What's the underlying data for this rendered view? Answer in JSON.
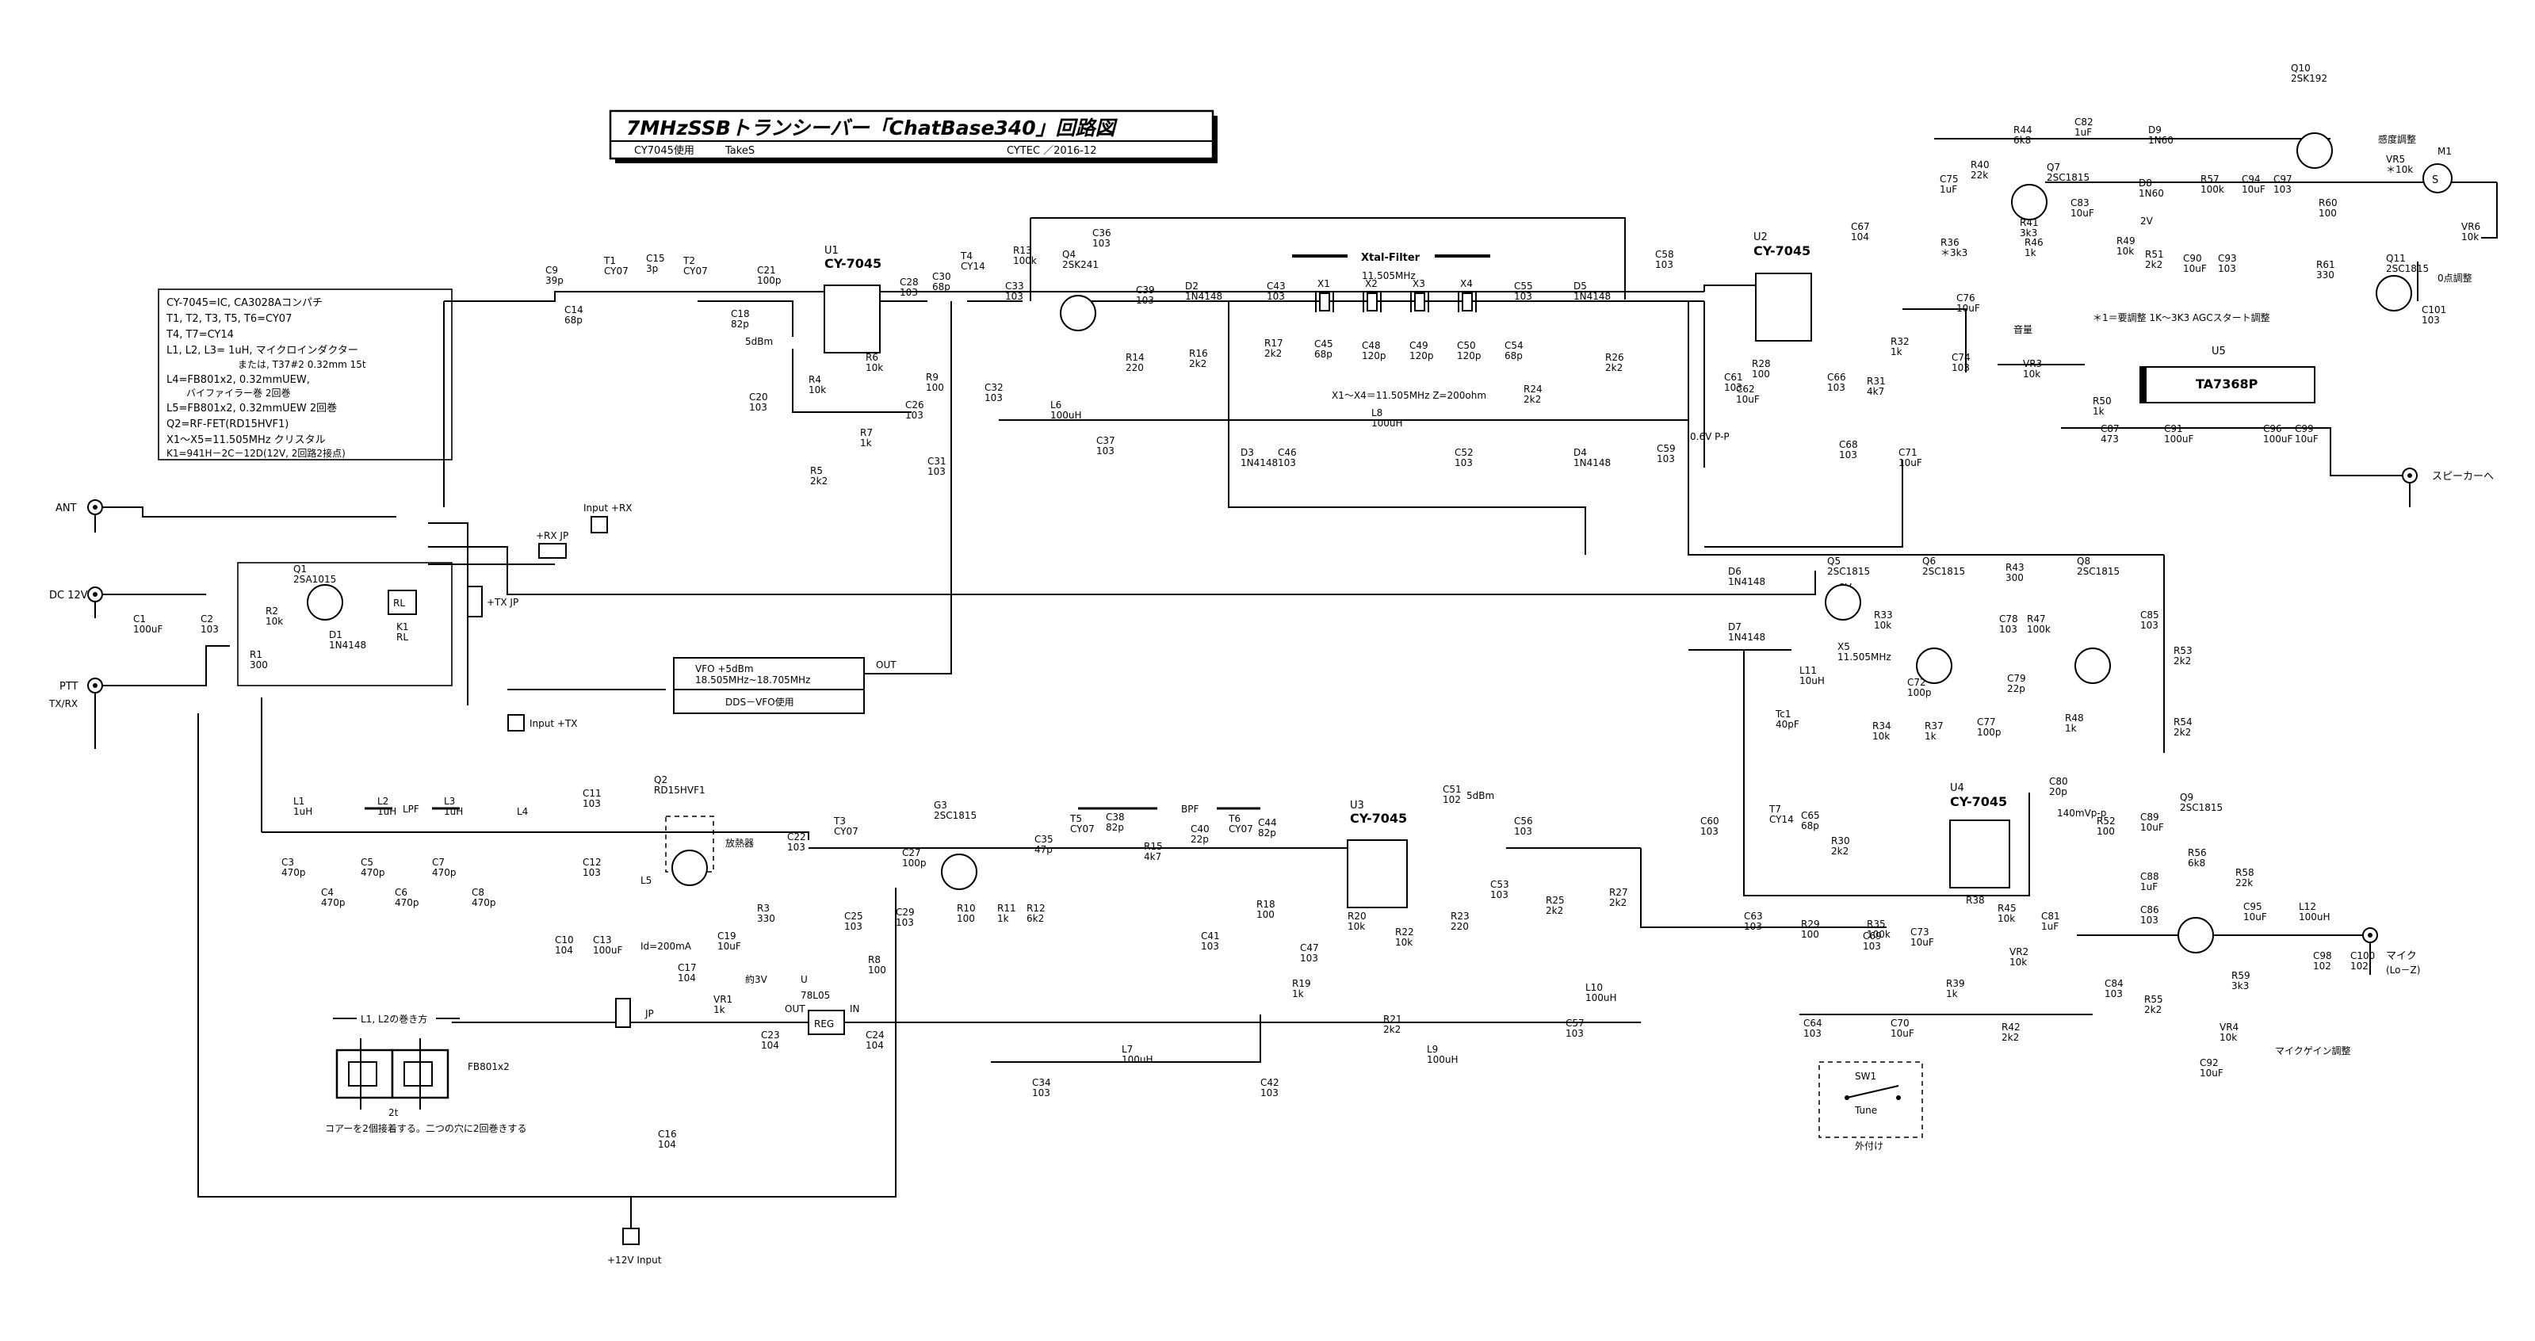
{
  "title": {
    "main": "7MHzSSBトランシーバー「ChatBase340」回路図",
    "sub_left": "CY7045使用",
    "sub_author": "TakeS",
    "sub_right": "CYTEC ／2016-12"
  },
  "notes": [
    "CY-7045=IC, CA3028Aコンパチ",
    "T1, T2, T3, T5, T6=CY07",
    "T4, T7=CY14",
    "L1, L2, L3= 1uH, マイクロインダクター",
    "または, T37#2 0.32mm 15t",
    "L4=FB801x2, 0.32mmUEW,",
    "バイファイラー巻 2回巻",
    "L5=FB801x2, 0.32mmUEW 2回巻",
    "Q2=RF-FET(RD15HVF1)",
    "X1～X5=11.505MHz クリスタル",
    "K1=941H－2C－12D(12V, 2回路2接点)"
  ],
  "coil_note": {
    "title": "L1, L2の巻き方",
    "core": "FB801x2",
    "turns": "2t",
    "caption": "コアーを2個接着する。二つの穴に2回巻きする"
  },
  "connectors": {
    "ant": "ANT",
    "dc": "DC 12V",
    "ptt": "PTT",
    "ptt_sub": "TX/RX",
    "input_rx": "Input +RX",
    "input_tx": "Input +TX",
    "rx_jp": "+RX JP",
    "tx_jp": "+TX JP",
    "speaker": "スピーカーへ",
    "mic": "マイク",
    "mic_sub": "(Lo－Z)",
    "v12_input": "+12V Input",
    "jp": "JP",
    "sw1": "SW1",
    "tune": "Tune",
    "external": "外付け"
  },
  "vfo": {
    "line1": "VFO +5dBm",
    "line2": "18.505MHz~18.705MHz",
    "line3": "DDS－VFO使用",
    "out": "OUT"
  },
  "filter": {
    "title": "Xtal-Filter",
    "freq": "11.505MHz",
    "note": "X1～X4＝11.505MHz Z=200ohm"
  },
  "sections": {
    "lpf": "LPF",
    "bpf": "BPF",
    "heatsink": "放熱器",
    "id": "Id=200mA",
    "v_g": "約3V",
    "v_pp": "0.6V P-P",
    "v_140": "140mVp-p",
    "v_8": "8V",
    "v_2": "2V",
    "dbm5a": "5dBm",
    "dbm5b": "5dBm",
    "agc_note": "＊1＝要調整 1K～3K3 AGCスタート調整",
    "sens": "感度調整",
    "vol": "音量",
    "zero": "0点調整",
    "mic_gain": "マイクゲイン調整"
  },
  "ics": {
    "u1": {
      "ref": "U1",
      "part": "CY-7045"
    },
    "u2": {
      "ref": "U2",
      "part": "CY-7045"
    },
    "u3": {
      "ref": "U3",
      "part": "CY-7045"
    },
    "u4": {
      "ref": "U4",
      "part": "CY-7045"
    },
    "u5": {
      "ref": "U5",
      "part": "TA7368P"
    },
    "reg": {
      "ref": "U",
      "part": "78L05",
      "label": "REG",
      "in": "IN",
      "out": "OUT"
    }
  },
  "components": [
    {
      "ref": "C9",
      "val": "39p"
    },
    {
      "ref": "C14",
      "val": "68p"
    },
    {
      "ref": "T1",
      "val": "CY07"
    },
    {
      "ref": "C15",
      "val": "3p"
    },
    {
      "ref": "T2",
      "val": "CY07"
    },
    {
      "ref": "C18",
      "val": "82p"
    },
    {
      "ref": "C21",
      "val": "100p"
    },
    {
      "ref": "C20",
      "val": "103"
    },
    {
      "ref": "R4",
      "val": "10k"
    },
    {
      "ref": "R5",
      "val": "2k2"
    },
    {
      "ref": "R6",
      "val": "10k"
    },
    {
      "ref": "R7",
      "val": "1k"
    },
    {
      "ref": "C28",
      "val": "103"
    },
    {
      "ref": "C30",
      "val": "68p"
    },
    {
      "ref": "T4",
      "val": "CY14"
    },
    {
      "ref": "R9",
      "val": "100"
    },
    {
      "ref": "C26",
      "val": "103"
    },
    {
      "ref": "C32",
      "val": "103"
    },
    {
      "ref": "C31",
      "val": "103"
    },
    {
      "ref": "C33",
      "val": "103"
    },
    {
      "ref": "R13",
      "val": "100k"
    },
    {
      "ref": "Q4",
      "val": "2SK241"
    },
    {
      "ref": "C36",
      "val": "103"
    },
    {
      "ref": "L6",
      "val": "100uH"
    },
    {
      "ref": "C37",
      "val": "103"
    },
    {
      "ref": "R14",
      "val": "220"
    },
    {
      "ref": "C39",
      "val": "103"
    },
    {
      "ref": "D2",
      "val": "1N4148"
    },
    {
      "ref": "R16",
      "val": "2k2"
    },
    {
      "ref": "D3",
      "val": "1N4148"
    },
    {
      "ref": "C43",
      "val": "103"
    },
    {
      "ref": "R17",
      "val": "2k2"
    },
    {
      "ref": "C45",
      "val": "68p"
    },
    {
      "ref": "C46",
      "val": "103"
    },
    {
      "ref": "C48",
      "val": "120p"
    },
    {
      "ref": "C49",
      "val": "120p"
    },
    {
      "ref": "C50",
      "val": "120p"
    },
    {
      "ref": "C54",
      "val": "68p"
    },
    {
      "ref": "L8",
      "val": "100uH"
    },
    {
      "ref": "C52",
      "val": "103"
    },
    {
      "ref": "C55",
      "val": "103"
    },
    {
      "ref": "R24",
      "val": "2k2"
    },
    {
      "ref": "D5",
      "val": "1N4148"
    },
    {
      "ref": "D4",
      "val": "1N4148"
    },
    {
      "ref": "R26",
      "val": "2k2"
    },
    {
      "ref": "C58",
      "val": "103"
    },
    {
      "ref": "C59",
      "val": "103"
    },
    {
      "ref": "C61",
      "val": "103"
    },
    {
      "ref": "C62",
      "val": "10uF"
    },
    {
      "ref": "R28",
      "val": "100"
    },
    {
      "ref": "C66",
      "val": "103"
    },
    {
      "ref": "C67",
      "val": "104"
    },
    {
      "ref": "R31",
      "val": "4k7"
    },
    {
      "ref": "C68",
      "val": "103"
    },
    {
      "ref": "R32",
      "val": "1k"
    },
    {
      "ref": "C71",
      "val": "10uF"
    },
    {
      "ref": "C74",
      "val": "103"
    },
    {
      "ref": "C76",
      "val": "10uF"
    },
    {
      "ref": "VR3",
      "val": "10k"
    },
    {
      "ref": "R36",
      "val": "＊3k3"
    },
    {
      "ref": "C75",
      "val": "1uF"
    },
    {
      "ref": "R40",
      "val": "22k"
    },
    {
      "ref": "R44",
      "val": "6k8"
    },
    {
      "ref": "Q7",
      "val": "2SC1815"
    },
    {
      "ref": "R41",
      "val": "3k3"
    },
    {
      "ref": "R46",
      "val": "1k"
    },
    {
      "ref": "C82",
      "val": "1uF"
    },
    {
      "ref": "C83",
      "val": "10uF"
    },
    {
      "ref": "D8",
      "val": "1N60"
    },
    {
      "ref": "D9",
      "val": "1N60"
    },
    {
      "ref": "R49",
      "val": "10k"
    },
    {
      "ref": "R51",
      "val": "2k2"
    },
    {
      "ref": "C90",
      "val": "10uF"
    },
    {
      "ref": "C93",
      "val": "103"
    },
    {
      "ref": "R57",
      "val": "100k"
    },
    {
      "ref": "C94",
      "val": "10uF"
    },
    {
      "ref": "C97",
      "val": "103"
    },
    {
      "ref": "Q10",
      "val": "2SK192"
    },
    {
      "ref": "VR5",
      "val": "＊10k"
    },
    {
      "ref": "M1",
      "val": ""
    },
    {
      "ref": "R60",
      "val": "100"
    },
    {
      "ref": "R61",
      "val": "330"
    },
    {
      "ref": "VR6",
      "val": "10k"
    },
    {
      "ref": "Q11",
      "val": "2SC1815"
    },
    {
      "ref": "C101",
      "val": "103"
    },
    {
      "ref": "R50",
      "val": "1k"
    },
    {
      "ref": "C87",
      "val": "473"
    },
    {
      "ref": "C91",
      "val": "100uF"
    },
    {
      "ref": "C96",
      "val": "100uF"
    },
    {
      "ref": "C99",
      "val": "10uF"
    },
    {
      "ref": "Q1",
      "val": "2SA1015"
    },
    {
      "ref": "R2",
      "val": "10k"
    },
    {
      "ref": "R1",
      "val": "300"
    },
    {
      "ref": "D1",
      "val": "1N4148"
    },
    {
      "ref": "K1",
      "val": "RL"
    },
    {
      "ref": "C1",
      "val": "100uF"
    },
    {
      "ref": "C2",
      "val": "103"
    },
    {
      "ref": "D6",
      "val": "1N4148"
    },
    {
      "ref": "D7",
      "val": "1N4148"
    },
    {
      "ref": "Q5",
      "val": "2SC1815"
    },
    {
      "ref": "X5",
      "val": "11.505MHz"
    },
    {
      "ref": "L11",
      "val": "10uH"
    },
    {
      "ref": "Tc1",
      "val": "40pF"
    },
    {
      "ref": "Q6",
      "val": "2SC1815"
    },
    {
      "ref": "R33",
      "val": "10k"
    },
    {
      "ref": "R34",
      "val": "10k"
    },
    {
      "ref": "C72",
      "val": "100p"
    },
    {
      "ref": "R37",
      "val": "1k"
    },
    {
      "ref": "C77",
      "val": "100p"
    },
    {
      "ref": "C78",
      "val": "103"
    },
    {
      "ref": "R43",
      "val": "300"
    },
    {
      "ref": "R47",
      "val": "100k"
    },
    {
      "ref": "C79",
      "val": "22p"
    },
    {
      "ref": "Q8",
      "val": "2SC1815"
    },
    {
      "ref": "R48",
      "val": "1k"
    },
    {
      "ref": "C85",
      "val": "103"
    },
    {
      "ref": "R53",
      "val": "2k2"
    },
    {
      "ref": "R54",
      "val": "2k2"
    },
    {
      "ref": "C80",
      "val": "20p"
    },
    {
      "ref": "L1",
      "val": "1uH"
    },
    {
      "ref": "L2",
      "val": "1uH"
    },
    {
      "ref": "L3",
      "val": "1uH"
    },
    {
      "ref": "L4",
      "val": ""
    },
    {
      "ref": "L5",
      "val": ""
    },
    {
      "ref": "C3",
      "val": "470p"
    },
    {
      "ref": "C4",
      "val": "470p"
    },
    {
      "ref": "C5",
      "val": "470p"
    },
    {
      "ref": "C6",
      "val": "470p"
    },
    {
      "ref": "C7",
      "val": "470p"
    },
    {
      "ref": "C8",
      "val": "470p"
    },
    {
      "ref": "C11",
      "val": "103"
    },
    {
      "ref": "C12",
      "val": "103"
    },
    {
      "ref": "C10",
      "val": "104"
    },
    {
      "ref": "C13",
      "val": "100uF"
    },
    {
      "ref": "Q2",
      "val": "RD15HVF1"
    },
    {
      "ref": "C22",
      "val": "103"
    },
    {
      "ref": "R3",
      "val": "330"
    },
    {
      "ref": "C19",
      "val": "10uF"
    },
    {
      "ref": "C17",
      "val": "104"
    },
    {
      "ref": "VR1",
      "val": "1k"
    },
    {
      "ref": "C23",
      "val": "104"
    },
    {
      "ref": "C24",
      "val": "104"
    },
    {
      "ref": "C16",
      "val": "104"
    },
    {
      "ref": "T3",
      "val": "CY07"
    },
    {
      "ref": "C25",
      "val": "103"
    },
    {
      "ref": "C27",
      "val": "100p"
    },
    {
      "ref": "G3",
      "val": "2SC1815"
    },
    {
      "ref": "C29",
      "val": "103"
    },
    {
      "ref": "R10",
      "val": "100"
    },
    {
      "ref": "R8",
      "val": "100"
    },
    {
      "ref": "C35",
      "val": "47p"
    },
    {
      "ref": "R11",
      "val": "1k"
    },
    {
      "ref": "R12",
      "val": "6k2"
    },
    {
      "ref": "T5",
      "val": "CY07"
    },
    {
      "ref": "C38",
      "val": "82p"
    },
    {
      "ref": "R15",
      "val": "4k7"
    },
    {
      "ref": "C40",
      "val": "22p"
    },
    {
      "ref": "T6",
      "val": "CY07"
    },
    {
      "ref": "C44",
      "val": "82p"
    },
    {
      "ref": "C34",
      "val": "103"
    },
    {
      "ref": "L7",
      "val": "100uH"
    },
    {
      "ref": "C42",
      "val": "103"
    },
    {
      "ref": "R18",
      "val": "100"
    },
    {
      "ref": "C41",
      "val": "103"
    },
    {
      "ref": "R20",
      "val": "10k"
    },
    {
      "ref": "C47",
      "val": "103"
    },
    {
      "ref": "R22",
      "val": "10k"
    },
    {
      "ref": "R19",
      "val": "1k"
    },
    {
      "ref": "R21",
      "val": "2k2"
    },
    {
      "ref": "L9",
      "val": "100uH"
    },
    {
      "ref": "C51",
      "val": "102"
    },
    {
      "ref": "C53",
      "val": "103"
    },
    {
      "ref": "R23",
      "val": "220"
    },
    {
      "ref": "C56",
      "val": "103"
    },
    {
      "ref": "R25",
      "val": "2k2"
    },
    {
      "ref": "C57",
      "val": "103"
    },
    {
      "ref": "L10",
      "val": "100uH"
    },
    {
      "ref": "R27",
      "val": "2k2"
    },
    {
      "ref": "C60",
      "val": "103"
    },
    {
      "ref": "T7",
      "val": "CY14"
    },
    {
      "ref": "C65",
      "val": "68p"
    },
    {
      "ref": "R30",
      "val": "2k2"
    },
    {
      "ref": "C63",
      "val": "103"
    },
    {
      "ref": "R29",
      "val": "100"
    },
    {
      "ref": "C64",
      "val": "103"
    },
    {
      "ref": "C69",
      "val": "103"
    },
    {
      "ref": "R35",
      "val": "100k"
    },
    {
      "ref": "C73",
      "val": "10uF"
    },
    {
      "ref": "R38",
      "val": ""
    },
    {
      "ref": "C70",
      "val": "10uF"
    },
    {
      "ref": "R39",
      "val": "1k"
    },
    {
      "ref": "R45",
      "val": "10k"
    },
    {
      "ref": "VR2",
      "val": "10k"
    },
    {
      "ref": "C81",
      "val": "1uF"
    },
    {
      "ref": "R42",
      "val": "2k2"
    },
    {
      "ref": "R52",
      "val": "100"
    },
    {
      "ref": "C89",
      "val": "10uF"
    },
    {
      "ref": "Q9",
      "val": "2SC1815"
    },
    {
      "ref": "R56",
      "val": "6k8"
    },
    {
      "ref": "R58",
      "val": "22k"
    },
    {
      "ref": "C88",
      "val": "1uF"
    },
    {
      "ref": "C86",
      "val": "103"
    },
    {
      "ref": "C84",
      "val": "103"
    },
    {
      "ref": "R55",
      "val": "2k2"
    },
    {
      "ref": "R59",
      "val": "3k3"
    },
    {
      "ref": "VR4",
      "val": "10k"
    },
    {
      "ref": "C92",
      "val": "10uF"
    },
    {
      "ref": "C95",
      "val": "10uF"
    },
    {
      "ref": "L12",
      "val": "100uH"
    },
    {
      "ref": "C98",
      "val": "102"
    },
    {
      "ref": "C100",
      "val": "102"
    }
  ]
}
